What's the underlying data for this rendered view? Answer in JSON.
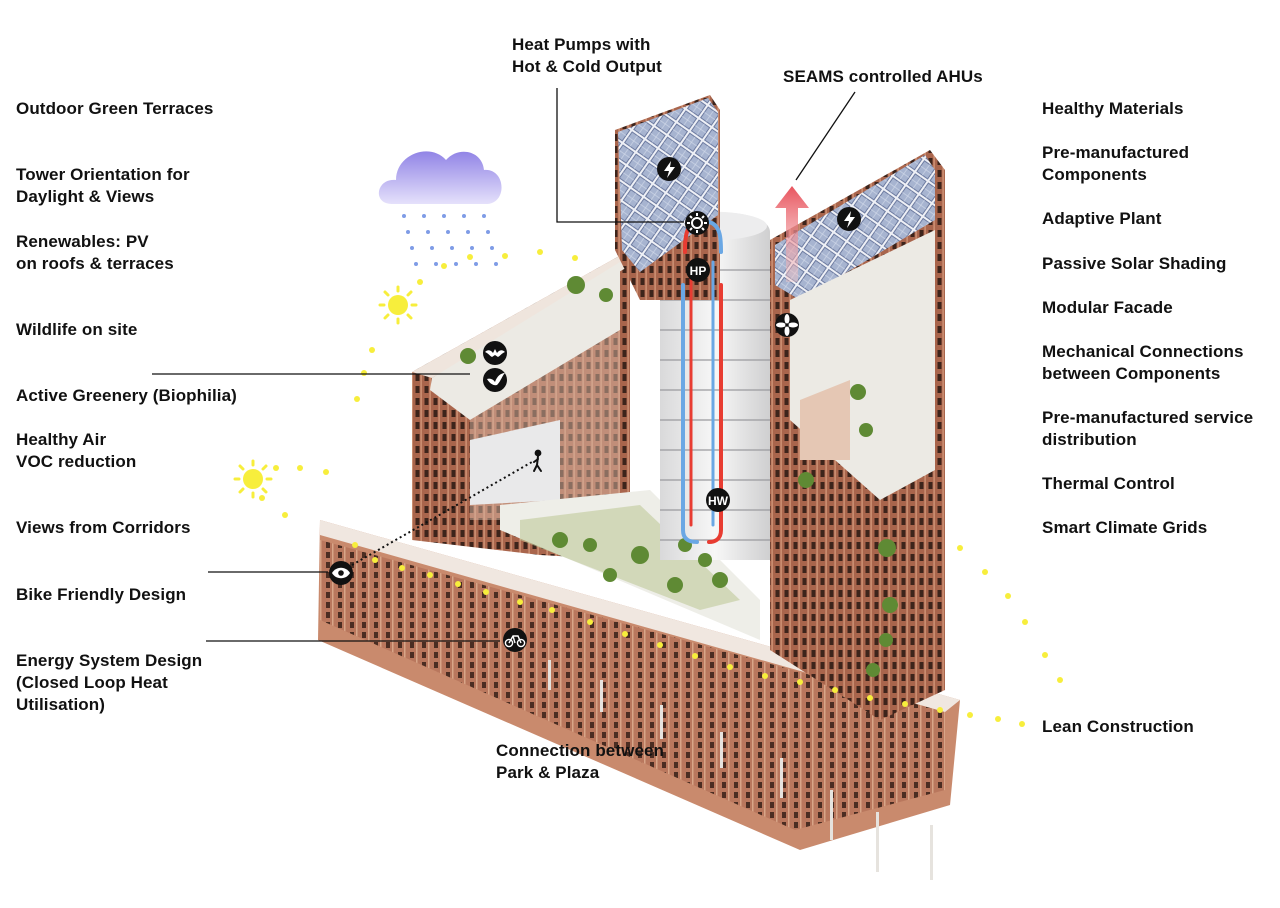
{
  "labels_left": [
    {
      "lines": [
        "Outdoor Green Terraces"
      ]
    },
    {
      "lines": [
        "Tower Orientation for",
        "Daylight & Views"
      ]
    },
    {
      "lines": [
        "Renewables: PV",
        "on roofs & terraces"
      ]
    },
    {
      "lines": [
        "Wildlife on site"
      ]
    },
    {
      "lines": [
        "Active Greenery (Biophilia)"
      ]
    },
    {
      "lines": [
        "Healthy Air",
        "VOC reduction"
      ]
    },
    {
      "lines": [
        "Views from Corridors"
      ]
    },
    {
      "lines": [
        "Bike Friendly Design"
      ]
    },
    {
      "lines": [
        "Energy System Design",
        "(Closed Loop Heat",
        "Utilisation)"
      ]
    }
  ],
  "labels_right": [
    {
      "lines": [
        "Healthy Materials"
      ]
    },
    {
      "lines": [
        "Pre-manufactured",
        "Components"
      ]
    },
    {
      "lines": [
        "Adaptive Plant"
      ]
    },
    {
      "lines": [
        "Passive Solar Shading"
      ]
    },
    {
      "lines": [
        "Modular Facade"
      ]
    },
    {
      "lines": [
        "Mechanical Connections",
        "between Components"
      ]
    },
    {
      "lines": [
        "Pre-manufactured service",
        "distribution"
      ]
    },
    {
      "lines": [
        "Thermal Control"
      ]
    },
    {
      "lines": [
        "Smart Climate Grids"
      ]
    },
    {
      "lines": [
        "Lean Construction"
      ]
    }
  ],
  "labels_top": [
    {
      "lines": [
        "Heat Pumps with",
        "Hot & Cold Output"
      ]
    },
    {
      "lines": [
        "SEAMS controlled AHUs"
      ]
    }
  ],
  "labels_bottom": [
    {
      "lines": [
        "Connection between",
        "Park & Plaza"
      ]
    }
  ],
  "markers": {
    "heat_pump": "HP",
    "hot_water": "HW"
  },
  "icons": [
    "solar-panel-lightning-icon",
    "solar-panel-lightning-icon",
    "heat-pump-gear-icon",
    "fan-icon",
    "bat-icon",
    "bird-icon",
    "eye-icon",
    "bicycle-icon",
    "walking-person-icon",
    "sun-icon",
    "sun-icon",
    "rain-cloud-icon",
    "airflow-arrow-icon"
  ],
  "colors": {
    "background": "#ffffff",
    "text": "#111111",
    "facade": "#b9775d",
    "facade_light": "#e7c6b1",
    "terrace": "#f3f3ef",
    "greenery": "#6e8e3b",
    "hot_loop": "#e83c32",
    "cold_loop": "#6aa7e4",
    "sun_path": "#f7ee3c",
    "cloud": "#a69ae8",
    "rain": "#7f9ce6",
    "ahu_arrow": "#e8636b",
    "pv_panel": "#a7b4d0",
    "icon_bg": "#111111"
  }
}
